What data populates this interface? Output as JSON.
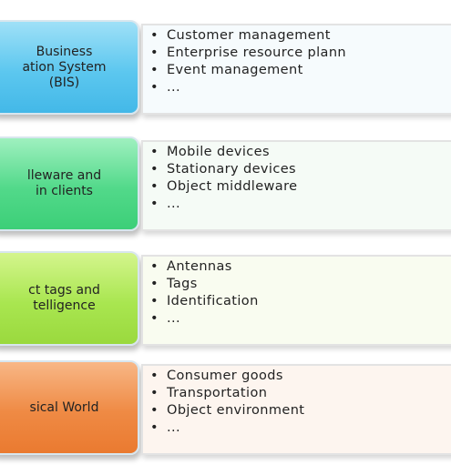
{
  "layers": [
    {
      "label": "Business\nation System\n(BIS)",
      "items": [
        "Customer management",
        "Enterprise resource plann",
        "Event management",
        "..."
      ]
    },
    {
      "label": "lleware and\nin clients",
      "items": [
        "Mobile devices",
        "Stationary devices",
        "Object middleware",
        "..."
      ]
    },
    {
      "label": "ct tags and\ntelligence",
      "items": [
        "Antennas",
        "Tags",
        "Identification",
        "..."
      ]
    },
    {
      "label": "sical World",
      "items": [
        "Consumer goods",
        "Transportation",
        "Object environment",
        "..."
      ]
    }
  ]
}
